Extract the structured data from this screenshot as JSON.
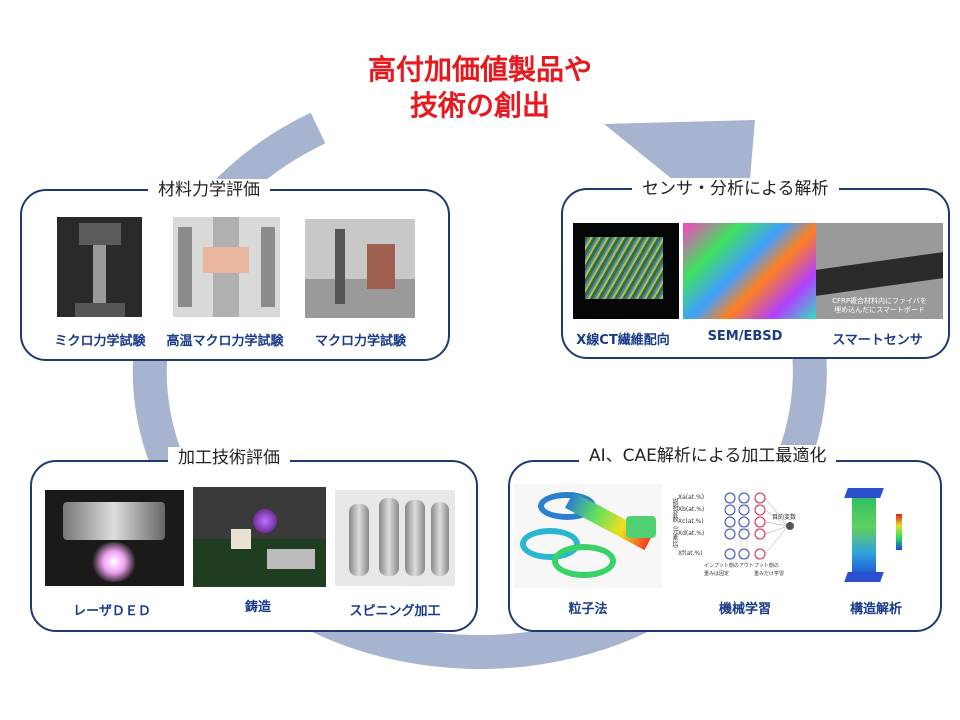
{
  "title": {
    "line1": "高付加価値製品や",
    "line2": "技術の創出"
  },
  "colors": {
    "title": "#e8181f",
    "cycle": "#a7b4d0",
    "panel_border": "#1f3a6e",
    "caption": "#1a3a8a"
  },
  "panels": {
    "material": {
      "title": "材料力学評価",
      "items": [
        "ミクロ力学試験",
        "高温マクロ力学試験",
        "マクロ力学試験"
      ]
    },
    "sensor": {
      "title": "センサ・分析による解析",
      "items": [
        "X線CT繊維配向",
        "SEM/EBSD",
        "スマートセンサ"
      ],
      "smart_overlay": [
        "CFRP複合材料内にファイバを",
        "埋め込んだにスマートボード"
      ]
    },
    "process": {
      "title": "加工技術評価",
      "items": [
        "レーザＤＥＤ",
        "鋳造",
        "スピニング加工"
      ]
    },
    "ai": {
      "title": "AI、CAE解析による加工最適化",
      "items": [
        "粒子法",
        "機械学習",
        "構造解析"
      ],
      "ml_inputs": [
        "Xa(at.%)",
        "Xb(at.%)",
        "Xc(at.%)",
        "Xd(at.%)",
        "Xf(at.%)"
      ],
      "ml_output": "目的変数",
      "ml_side_label": "説明変数（元素比）",
      "ml_note1": "インプット側のアウトプット側の",
      "ml_note2": "重みは固定",
      "ml_note3": "重みだけ学習"
    }
  }
}
